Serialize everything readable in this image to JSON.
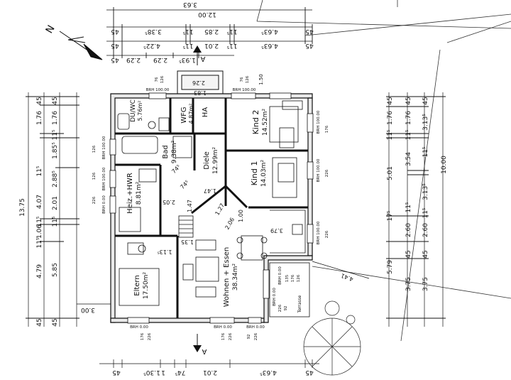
{
  "rooms": {
    "dusche_wc": {
      "name": "DU/WC",
      "area": "5.76m²"
    },
    "wfg": {
      "name": "WFG",
      "area": "4.87m²"
    },
    "ha": {
      "name": "HA"
    },
    "kind2": {
      "name": "Kind 2",
      "area": "14.52m²"
    },
    "bad": {
      "name": "Bad",
      "area": "9.38m²"
    },
    "diele": {
      "name": "Diele",
      "area": "12.99m²"
    },
    "kind1": {
      "name": "Kind 1",
      "area": "14.03m²"
    },
    "heiz": {
      "name": "Heiz.+HWR",
      "area": "8.81m²"
    },
    "eltern": {
      "name": "Eltern",
      "area": "17.50m²"
    },
    "wohnen": {
      "name": "Wohnen + Essen",
      "area": "38.34m²"
    },
    "terrasse": {
      "name": "Terrasse"
    }
  },
  "top_dims": {
    "row0": "3.63",
    "row1": "12.00",
    "row2": [
      "45",
      "3.38⁵",
      "11⁵",
      "2.85",
      "11⁵",
      "4.63⁵",
      "45"
    ],
    "row3": [
      "45",
      "4.22⁵",
      "11⁵",
      "2.01",
      "11⁵",
      "4.63⁵",
      "45"
    ],
    "row4": [
      "45",
      "2.29",
      "2.29",
      "1.93⁵",
      "A"
    ]
  },
  "bottom_dims": [
    "45",
    "1.30⁵",
    "1",
    "74⁵",
    "2.01",
    "4.63⁵",
    "45"
  ],
  "left_dims": {
    "total": "13.75",
    "col2": [
      "45",
      "1.76",
      "11⁵",
      "4.07",
      "11⁵",
      "1.06",
      "11⁵",
      "4.79",
      "45"
    ],
    "col3": [
      "45",
      "1.76",
      "1.85⁵",
      "11⁵",
      "2.88⁵",
      "2.01",
      "11⁵",
      "5.85",
      "45"
    ],
    "col4": "3.00"
  },
  "right_dims": {
    "total": "10.00",
    "inner1": [
      "45",
      "1.76",
      "11⁵",
      "5.01",
      "17⁵",
      "5.79"
    ],
    "inner2": [
      "45",
      "1.76",
      "11⁵",
      "3.54",
      "11⁵",
      "2.60",
      "45",
      "3.75"
    ],
    "inner3": [
      "45",
      "3.13⁵",
      "11⁵",
      "3.13⁵",
      "11⁵",
      "2.60",
      "45",
      "3.75"
    ]
  },
  "window_labels": {
    "brh100": "BRH 100.00",
    "brh000": "BRH 0.00",
    "w126": "126",
    "w176": "176",
    "w226": "226",
    "w76": "76",
    "w92": "92",
    "w135": "135",
    "w150": "1.50"
  },
  "interior_dims": [
    "1.47",
    "2.26",
    "2.05",
    "1.47",
    "1.00",
    "1.13⁵",
    "1.35",
    "2.06",
    "1.27",
    "3.79",
    "74⁵",
    "74⁵",
    "1.83",
    "4.41"
  ],
  "section_marker": "A",
  "north_label": "N"
}
